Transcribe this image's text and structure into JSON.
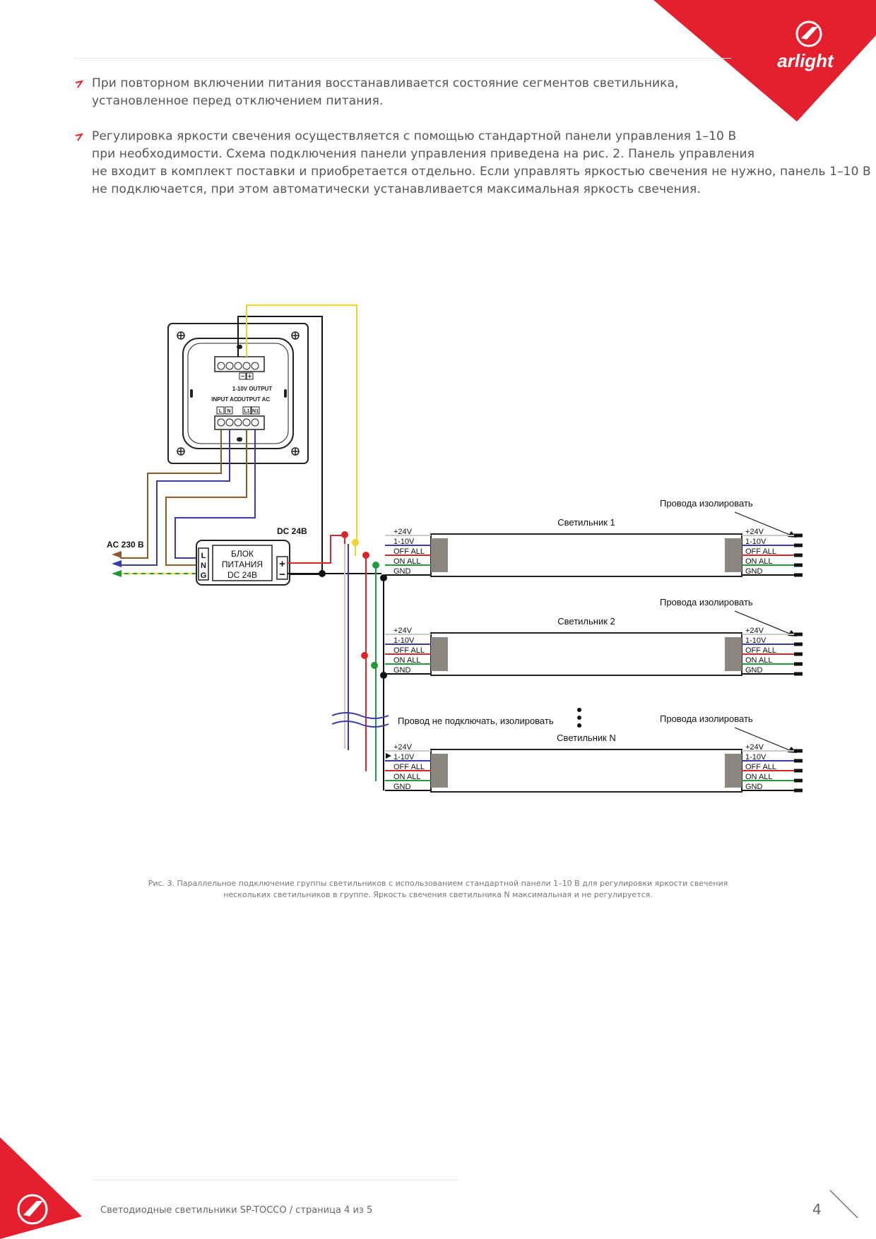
{
  "brand": {
    "name": "arlight",
    "accent": "#e4202e"
  },
  "paragraphs": [
    {
      "lines": [
        "При повторном включении питания восстанавливается состояние сегментов светильника,",
        "установленное перед отключением питания."
      ]
    },
    {
      "lines": [
        "Регулировка яркости свечения осуществляется с помощью стандартной панели управления 1–10 В",
        "при необходимости. Схема подключения панели управления приведена на рис. 2. Панель управления",
        "не входит в комплект поставки и приобретается отдельно. Если управлять яркостью свечения не нужно, панель 1–10 В",
        "не подключается, при этом автоматически устанавливается максимальная яркость свечения."
      ]
    }
  ],
  "diagram": {
    "panel": {
      "output_label": "1-10V OUTPUT",
      "input_ac": "INPUT AC",
      "output_ac": "OUTPUT AC",
      "term_l": "L",
      "term_n": "N",
      "term_l1": "L1",
      "term_n1": "N1",
      "term_minus": "−",
      "term_plus": "+"
    },
    "ac_label": "AC 230 В",
    "dc_label": "DC 24B",
    "psu": {
      "line1": "БЛОК",
      "line2": "ПИТАНИЯ",
      "line3": "DC 24B",
      "l": "L",
      "n": "N",
      "g": "G",
      "plus": "+",
      "minus": "−"
    },
    "wire_labels": [
      "+24V",
      "1-10V",
      "OFF ALL",
      "ON ALL",
      "GND"
    ],
    "lamps": [
      {
        "name": "Светильник 1",
        "note": "Провода изолировать"
      },
      {
        "name": "Светильник 2",
        "note": "Провода изолировать"
      },
      {
        "name": "Светильник N",
        "note": "Провода изолировать"
      }
    ],
    "no_connect_note": "Провод не подключать, изолировать",
    "colors": {
      "brown": "#8a5a2b",
      "blue": "#3a3aa8",
      "yellow": "#f2d22b",
      "red": "#d6262b",
      "green": "#1e9a3b",
      "grey": "#c8c8c8",
      "black": "#111111"
    }
  },
  "caption": [
    "Рис. 3. Параллельное подключение группы светильников с использованием стандартной панели 1–10 В для регулировки яркости свечения",
    "нескольких светильников в группе. Яркость свечения светильника N максимальная и не регулируется."
  ],
  "footer": {
    "text": "Светодиодные светильники SP-TOCCO / страница 4 из 5",
    "page": "4"
  }
}
